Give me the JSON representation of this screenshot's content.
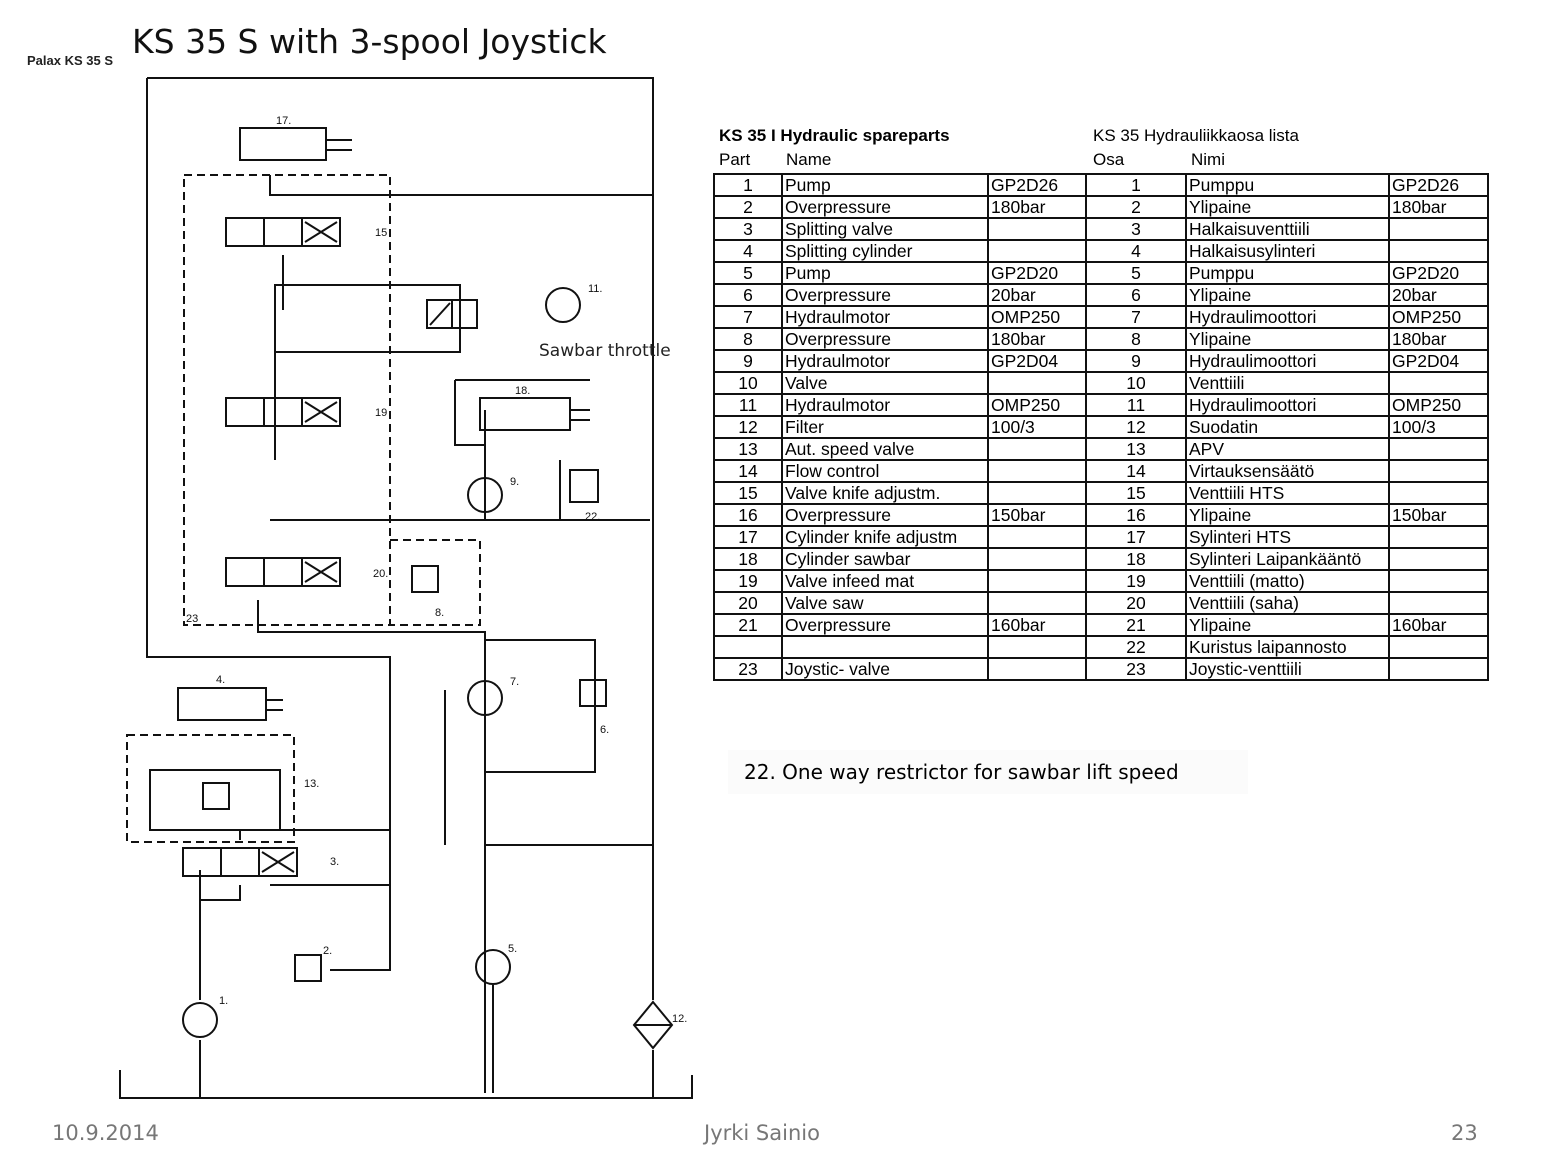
{
  "slide": {
    "title": "KS 35 S  with 3-spool Joystick",
    "subtitle": "Palax KS 35 S",
    "footer": {
      "date": "10.9.2014",
      "author": "Jyrki Sainio",
      "page": "23"
    }
  },
  "diagram": {
    "callout": "Sawbar throttle",
    "labels": [
      "17.",
      "15",
      "11.",
      "19",
      "18.",
      "9.",
      "22.",
      "20.",
      "8.",
      "23",
      "4.",
      "7.",
      "6.",
      "13.",
      "3.",
      "2.",
      "5.",
      "1.",
      "12."
    ]
  },
  "table": {
    "title_en": "KS 35 I Hydraulic spareparts",
    "title_fi": "KS 35 Hydrauliikkaosa lista",
    "col_part": "Part",
    "col_name": "Name",
    "col_osa": "Osa",
    "col_nimi": "Nimi",
    "rows": [
      {
        "part": "1",
        "name": "Pump",
        "spec": "GP2D26",
        "osa": "1",
        "nimi": "Pumppu",
        "spec_fi": "GP2D26"
      },
      {
        "part": "2",
        "name": "Overpressure",
        "spec": "180bar",
        "osa": "2",
        "nimi": "Ylipaine",
        "spec_fi": "180bar"
      },
      {
        "part": "3",
        "name": "Splitting valve",
        "spec": "",
        "osa": "3",
        "nimi": "Halkaisuventtiili",
        "spec_fi": ""
      },
      {
        "part": "4",
        "name": "Splitting cylinder",
        "spec": "",
        "osa": "4",
        "nimi": "Halkaisusylinteri",
        "spec_fi": ""
      },
      {
        "part": "5",
        "name": "Pump",
        "spec": "GP2D20",
        "osa": "5",
        "nimi": "Pumppu",
        "spec_fi": "GP2D20"
      },
      {
        "part": "6",
        "name": "Overpressure",
        "spec": "20bar",
        "osa": "6",
        "nimi": "Ylipaine",
        "spec_fi": "20bar"
      },
      {
        "part": "7",
        "name": "Hydraulmotor",
        "spec": "OMP250",
        "osa": "7",
        "nimi": "Hydraulimoottori",
        "spec_fi": "OMP250"
      },
      {
        "part": "8",
        "name": "Overpressure",
        "spec": "180bar",
        "osa": "8",
        "nimi": "Ylipaine",
        "spec_fi": "180bar"
      },
      {
        "part": "9",
        "name": "Hydraulmotor",
        "spec": "GP2D04",
        "osa": "9",
        "nimi": "Hydraulimoottori",
        "spec_fi": "GP2D04"
      },
      {
        "part": "10",
        "name": "Valve",
        "spec": "",
        "osa": "10",
        "nimi": "Venttiili",
        "spec_fi": ""
      },
      {
        "part": "11",
        "name": "Hydraulmotor",
        "spec": "OMP250",
        "osa": "11",
        "nimi": "Hydraulimoottori",
        "spec_fi": "OMP250"
      },
      {
        "part": "12",
        "name": "Filter",
        "spec": "100/3",
        "osa": "12",
        "nimi": "Suodatin",
        "spec_fi": "100/3"
      },
      {
        "part": "13",
        "name": "Aut. speed valve",
        "spec": "",
        "osa": "13",
        "nimi": "APV",
        "spec_fi": ""
      },
      {
        "part": "14",
        "name": "Flow control",
        "spec": "",
        "osa": "14",
        "nimi": "Virtauksensäätö",
        "spec_fi": ""
      },
      {
        "part": "15",
        "name": "Valve knife adjustm.",
        "spec": "",
        "osa": "15",
        "nimi": "Venttiili HTS",
        "spec_fi": ""
      },
      {
        "part": "16",
        "name": "Overpressure",
        "spec": "150bar",
        "osa": "16",
        "nimi": "Ylipaine",
        "spec_fi": "150bar"
      },
      {
        "part": "17",
        "name": "Cylinder knife adjustm",
        "spec": "",
        "osa": "17",
        "nimi": "Sylinteri HTS",
        "spec_fi": ""
      },
      {
        "part": "18",
        "name": "Cylinder sawbar",
        "spec": "",
        "osa": "18",
        "nimi": "Sylinteri Laipankääntö",
        "spec_fi": ""
      },
      {
        "part": "19",
        "name": "Valve infeed mat",
        "spec": "",
        "osa": "19",
        "nimi": "Venttiili (matto)",
        "spec_fi": ""
      },
      {
        "part": "20",
        "name": "Valve saw",
        "spec": "",
        "osa": "20",
        "nimi": "Venttiili (saha)",
        "spec_fi": ""
      },
      {
        "part": "21",
        "name": "Overpressure",
        "spec": "160bar",
        "osa": "21",
        "nimi": "Ylipaine",
        "spec_fi": "160bar"
      },
      {
        "part": "",
        "name": "",
        "spec": "",
        "osa": "22",
        "nimi": "Kuristus laipannosto",
        "spec_fi": ""
      },
      {
        "part": "23",
        "name": "Joystic- valve",
        "spec": "",
        "osa": "23",
        "nimi": "Joystic-venttiili",
        "spec_fi": ""
      }
    ]
  },
  "note": "22. One way restrictor for sawbar lift speed"
}
